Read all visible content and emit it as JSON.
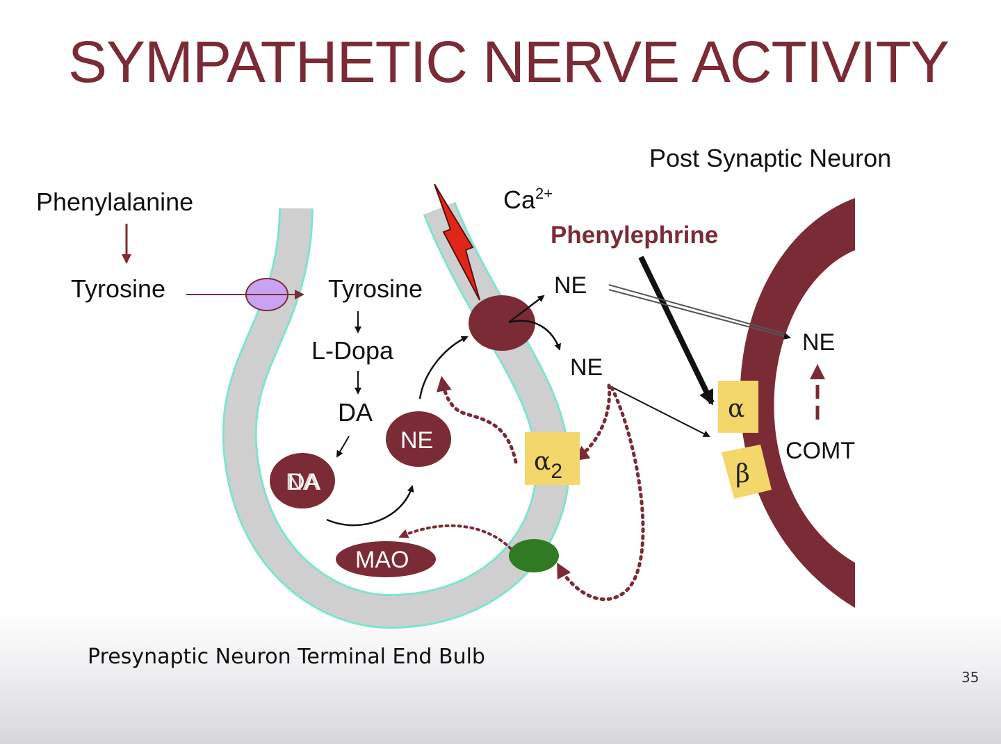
{
  "title": "SYMPATHETIC NERVE ACTIVITY",
  "labels": {
    "phenylalanine": "Phenylalanine",
    "tyrosine_outside": "Tyrosine",
    "tyrosine_inside": "Tyrosine",
    "l_dopa": "L-Dopa",
    "da": "DA",
    "ca_base": "Ca",
    "ca_charge": "2+",
    "phenylephrine": "Phenylephrine",
    "ne_upper": "NE",
    "ne_lower": "NE",
    "ne_post": "NE",
    "comt": "COMT",
    "post_synaptic_neuron": "Post Synaptic Neuron",
    "presynaptic_caption": "Presynaptic Neuron Terminal End Bulb"
  },
  "vesicles": {
    "da_vesicle_a": "NA",
    "da_vesicle_b": "DA",
    "ne_vesicle": "NE",
    "mao": "MAO"
  },
  "receptors": {
    "alpha2_symbol": "α",
    "alpha2_subscript": "2",
    "alpha": "α",
    "beta": "β"
  },
  "page_number": "35",
  "colors": {
    "maroon": "#7b2b35",
    "membrane_gray": "#cfcfcf",
    "membrane_outline": "#7fe3cf",
    "receptor_yellow": "#f3d76a",
    "transporter_purple": "#c9a2f2",
    "reuptake_green": "#2f7a22",
    "action_potential_red": "#e0261b"
  },
  "icons": [
    "action-potential-bolt-icon"
  ]
}
